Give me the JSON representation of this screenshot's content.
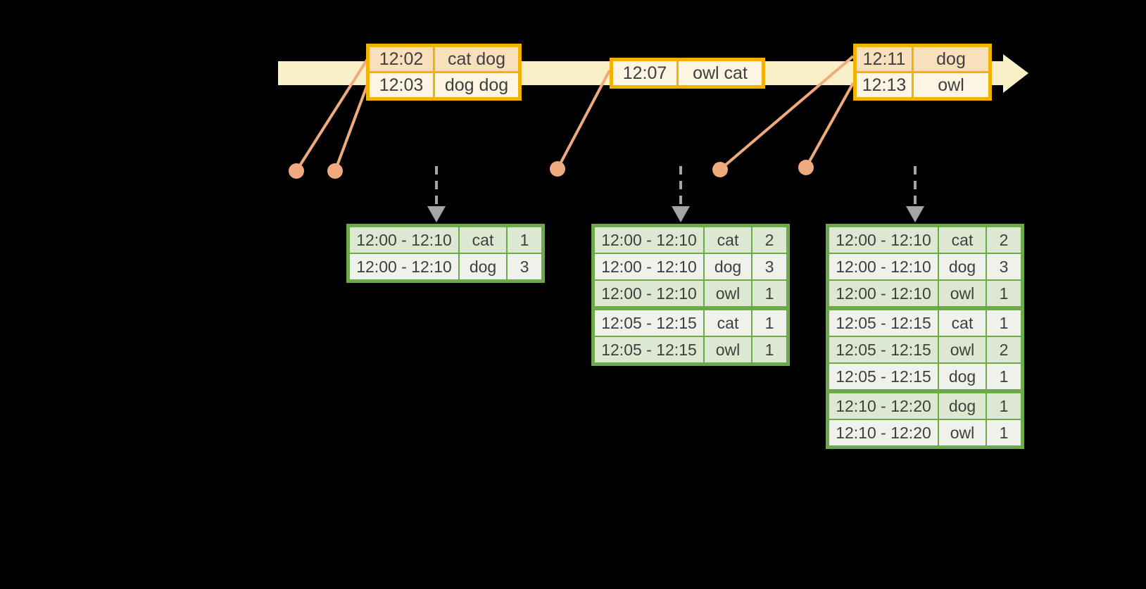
{
  "diagram_name": "windowed-word-count-streaming-timeline",
  "colors": {
    "background": "#000000",
    "timeline_band": "#faf0c8",
    "event_table_border": "#f2b200",
    "event_row_peach": "#f9e0bd",
    "event_row_cream": "#fdf4e2",
    "event_marker": "#efab7d",
    "result_table_border": "#6ca94a",
    "result_row_dark": "#dde8d2",
    "result_row_light": "#eff2eb",
    "trigger_arrow": "#a5a5a5",
    "text": "#3f3f3f"
  },
  "icons": {
    "timeline_arrowhead": "right-pointing solid triangle, cream",
    "event_dot": "filled salmon circle",
    "trigger_arrow": "gray dashed vertical line with down arrowhead"
  },
  "event_tables": [
    {
      "rows": [
        {
          "time": "12:02",
          "words": "cat dog"
        },
        {
          "time": "12:03",
          "words": "dog dog"
        }
      ]
    },
    {
      "rows": [
        {
          "time": "12:07",
          "words": "owl cat"
        }
      ]
    },
    {
      "rows": [
        {
          "time": "12:11",
          "words": "dog"
        },
        {
          "time": "12:13",
          "words": "owl"
        }
      ]
    }
  ],
  "result_tables": [
    {
      "rows": [
        {
          "window": "12:00 - 12:10",
          "word": "cat",
          "count": "1"
        },
        {
          "window": "12:00 - 12:10",
          "word": "dog",
          "count": "3"
        }
      ]
    },
    {
      "rows": [
        {
          "window": "12:00 - 12:10",
          "word": "cat",
          "count": "2"
        },
        {
          "window": "12:00 - 12:10",
          "word": "dog",
          "count": "3"
        },
        {
          "window": "12:00 - 12:10",
          "word": "owl",
          "count": "1"
        },
        {
          "window": "12:05 - 12:15",
          "word": "cat",
          "count": "1"
        },
        {
          "window": "12:05 - 12:15",
          "word": "owl",
          "count": "1"
        }
      ]
    },
    {
      "rows": [
        {
          "window": "12:00 - 12:10",
          "word": "cat",
          "count": "2"
        },
        {
          "window": "12:00 - 12:10",
          "word": "dog",
          "count": "3"
        },
        {
          "window": "12:00 - 12:10",
          "word": "owl",
          "count": "1"
        },
        {
          "window": "12:05 - 12:15",
          "word": "cat",
          "count": "1"
        },
        {
          "window": "12:05 - 12:15",
          "word": "owl",
          "count": "2"
        },
        {
          "window": "12:05 - 12:15",
          "word": "dog",
          "count": "1"
        },
        {
          "window": "12:10 - 12:20",
          "word": "dog",
          "count": "1"
        },
        {
          "window": "12:10 - 12:20",
          "word": "owl",
          "count": "1"
        }
      ]
    }
  ]
}
